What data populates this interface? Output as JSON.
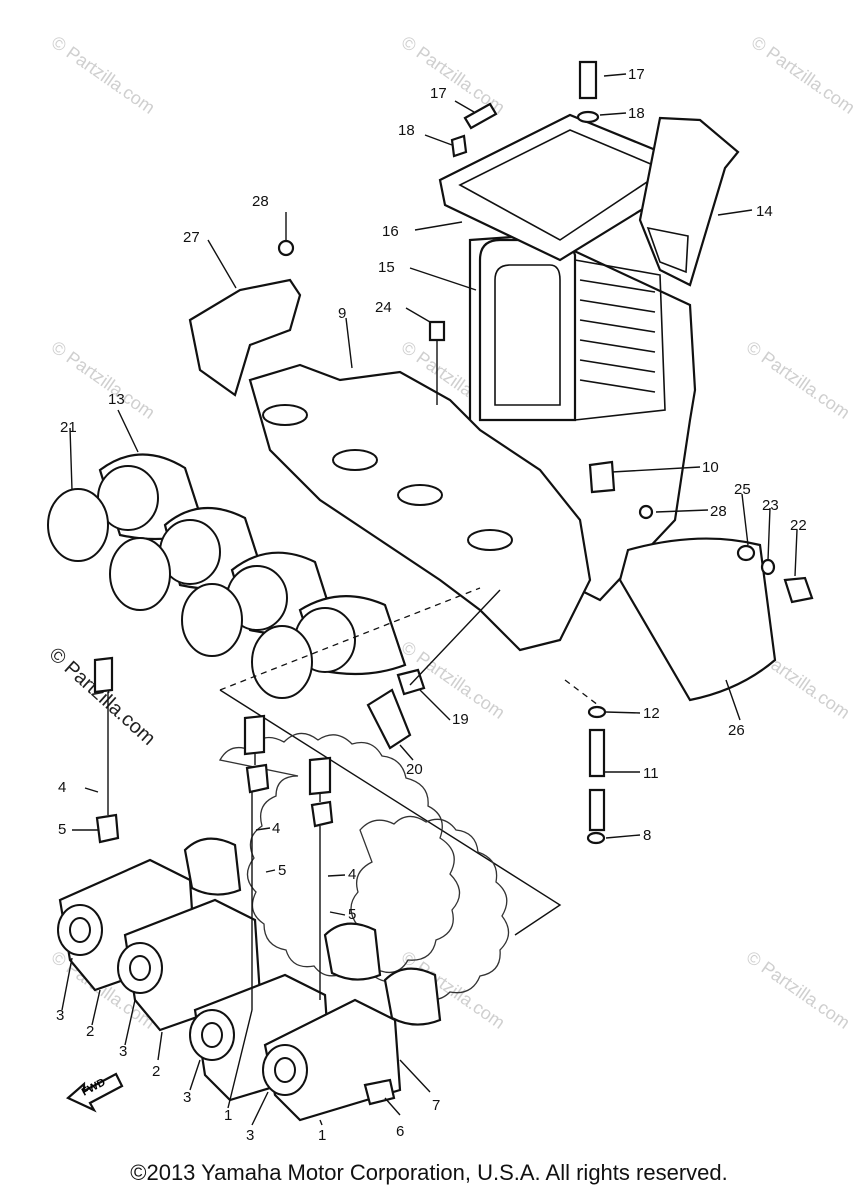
{
  "copyright": "©2013 Yamaha Motor Corporation, U.S.A. All rights reserved.",
  "watermark": {
    "repeated": "© Partzilla.com",
    "side": "© Partzilla.com"
  },
  "arrow_label": "FWD",
  "callouts": [
    "17",
    "17",
    "18",
    "18",
    "14",
    "16",
    "15",
    "28",
    "27",
    "24",
    "9",
    "13",
    "21",
    "10",
    "25",
    "23",
    "22",
    "28",
    "26",
    "12",
    "11",
    "8",
    "19",
    "20",
    "4",
    "5",
    "4",
    "5",
    "4",
    "5",
    "3",
    "2",
    "3",
    "2",
    "3",
    "3",
    "1",
    "1",
    "7",
    "6"
  ]
}
